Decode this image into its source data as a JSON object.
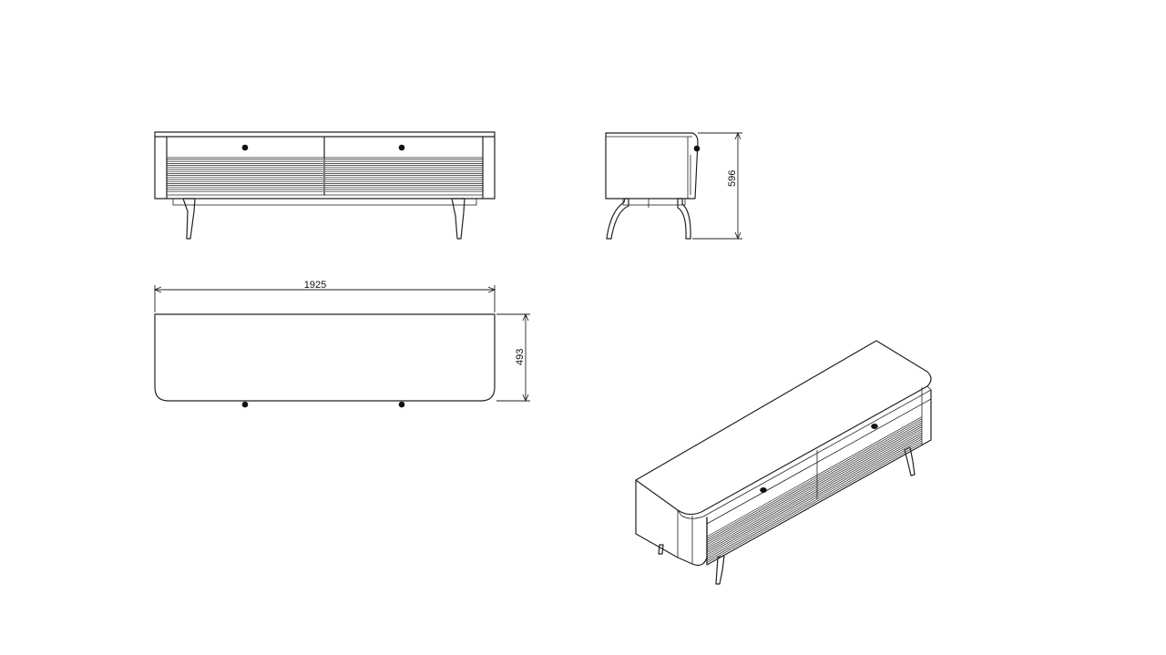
{
  "dimensions": {
    "width_label": "1925",
    "depth_label": "493",
    "height_label": "596"
  },
  "colors": {
    "line": "#222222",
    "background": "#ffffff"
  }
}
